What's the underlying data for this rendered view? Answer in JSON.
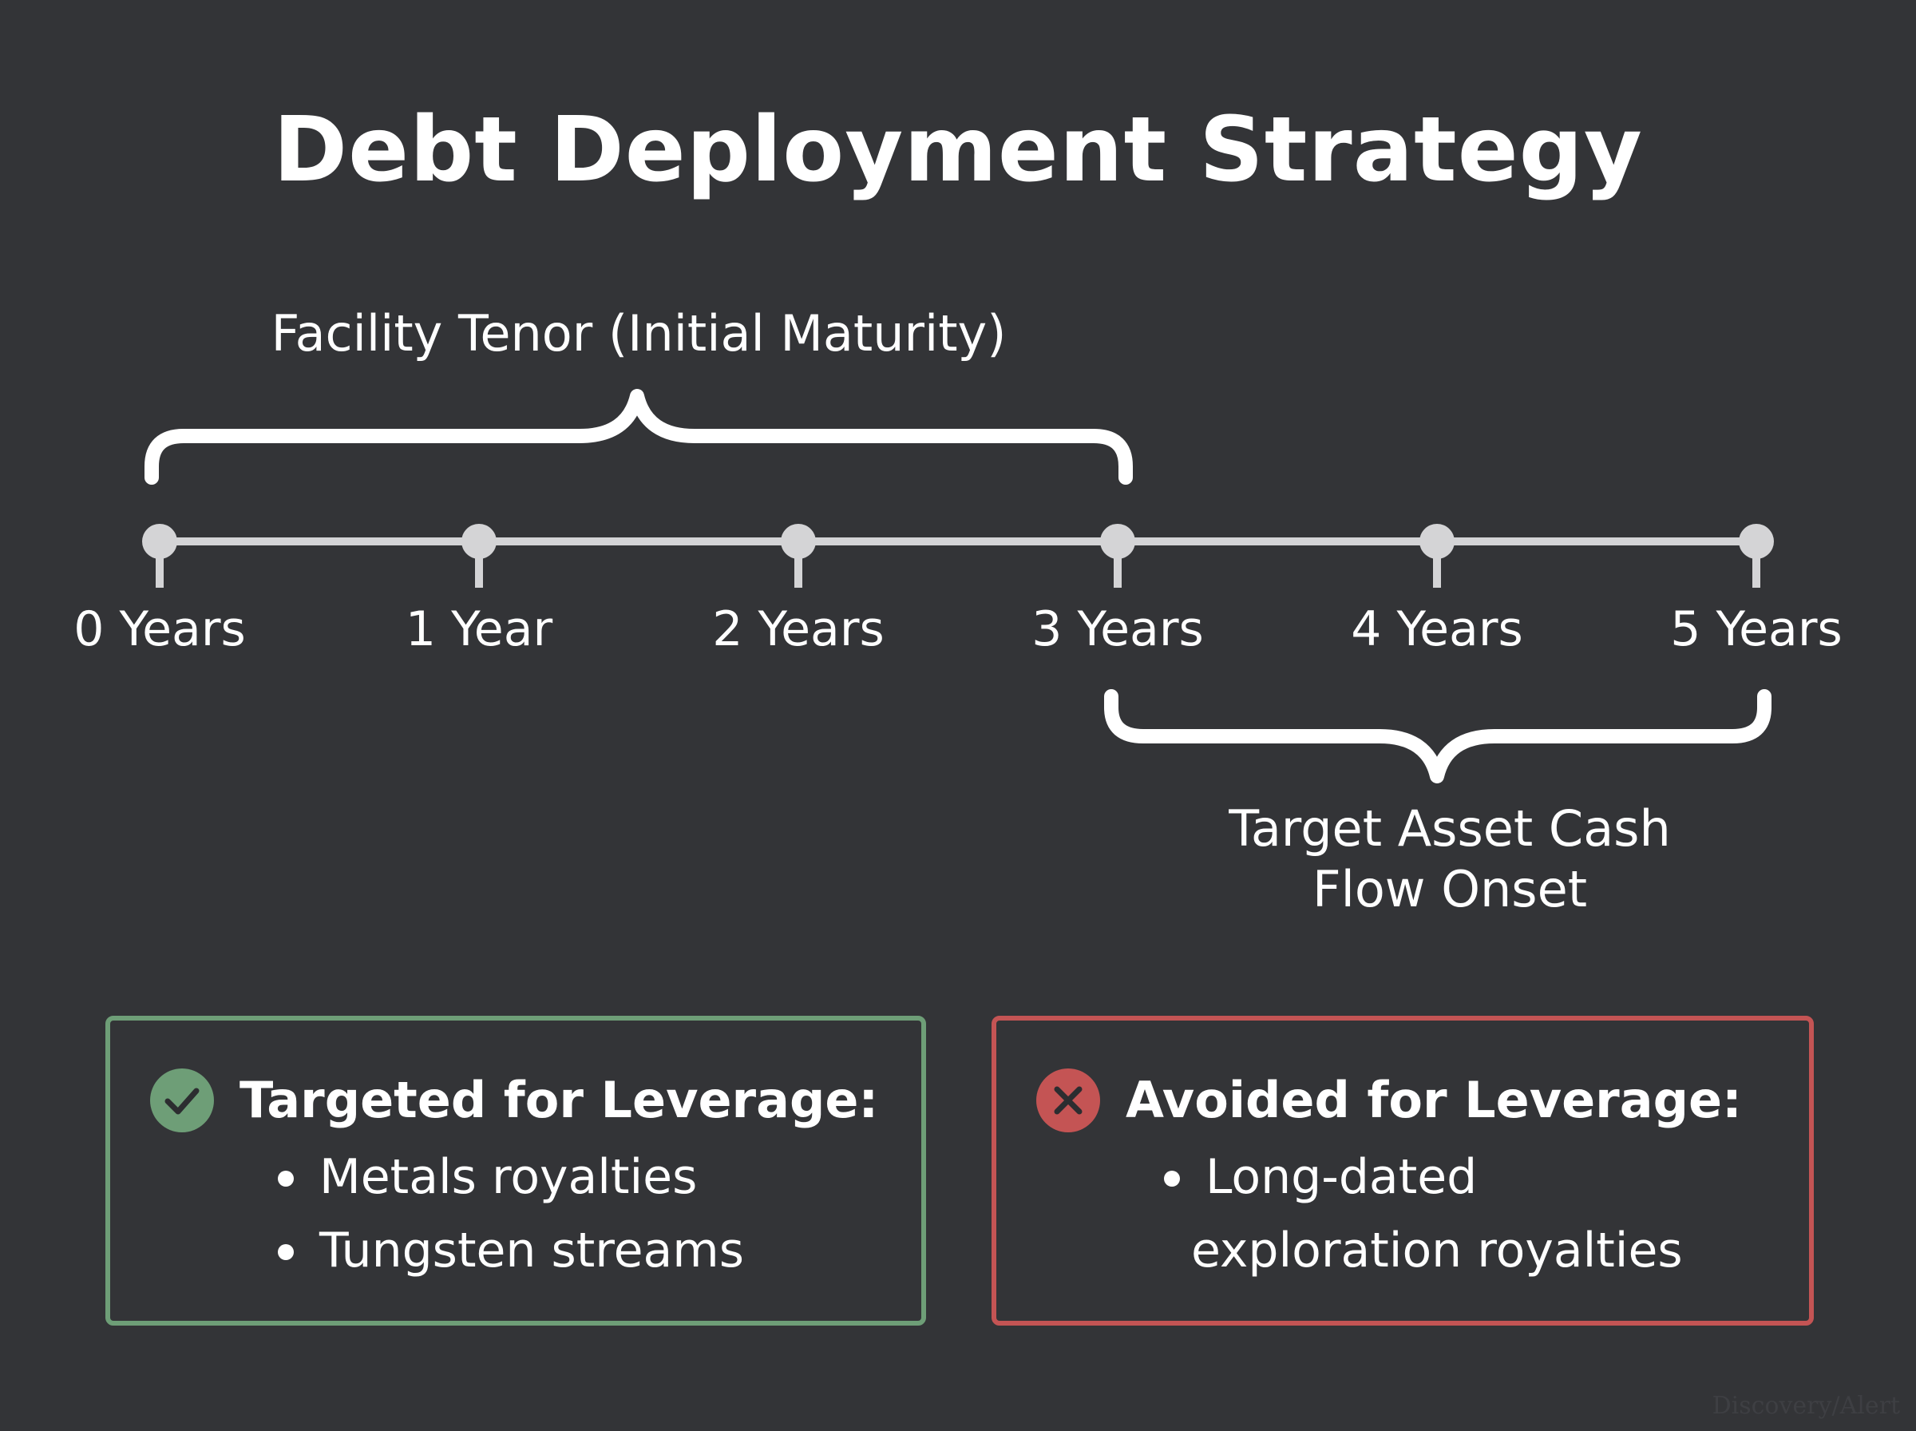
{
  "title": "Debt Deployment Strategy",
  "timeline": {
    "ticks": [
      "0 Years",
      "1 Year",
      "2 Years",
      "3 Years",
      "4 Years",
      "5 Years"
    ],
    "line_color": "#d4d4d6",
    "brace_color": "#ffffff"
  },
  "braces": {
    "facility": {
      "label": "Facility Tenor (Initial Maturity)",
      "from_year": 0,
      "to_year": 3
    },
    "cashflow": {
      "label_lines": [
        "Target Asset Cash",
        "Flow Onset"
      ],
      "from_year": 3,
      "to_year": 5
    }
  },
  "cards": {
    "targeted": {
      "heading": "Targeted for Leverage:",
      "icon": "check-circle-icon",
      "accent": "#6e9e77",
      "items": [
        "Metals royalties",
        "Tungsten streams"
      ]
    },
    "avoided": {
      "heading": "Avoided for Leverage:",
      "icon": "x-circle-icon",
      "accent": "#c45454",
      "item_lines": [
        "Long-dated",
        "exploration royalties"
      ]
    }
  }
}
